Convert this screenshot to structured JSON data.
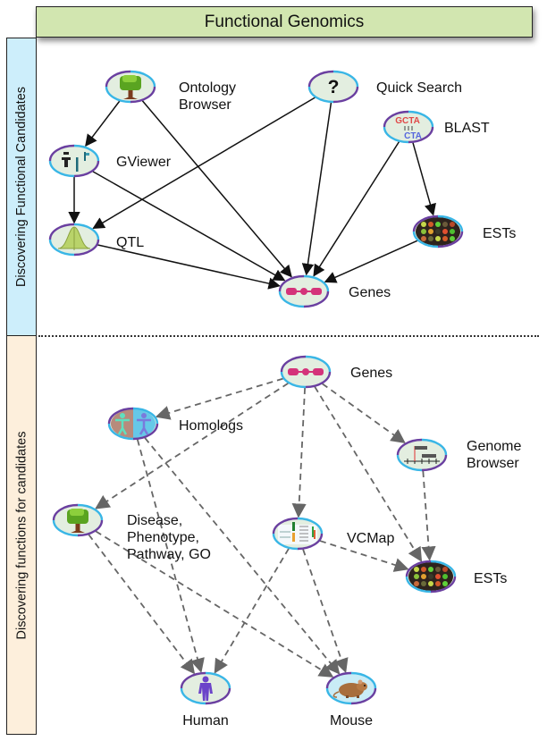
{
  "title": "Functional Genomics",
  "sections": {
    "top": {
      "label": "Discovering Functional Candidates",
      "color": "#cdeefb"
    },
    "bottom": {
      "label": "Discovering functions for candidates",
      "color": "#fdefdc"
    }
  },
  "colors": {
    "title_bg": "#d2e6b0",
    "ellipse_cyan": "#39b6e6",
    "ellipse_purple": "#6a3fa0",
    "ellipse_fill": "#e3eee0",
    "solid_edge": "#111111",
    "dashed_edge": "#666666"
  },
  "nodes": [
    {
      "id": "ontology",
      "label": "Ontology\nBrowser",
      "icon": "tree-icon",
      "section": "top"
    },
    {
      "id": "quicksearch",
      "label": "Quick Search",
      "icon": "question-mark-icon",
      "section": "top"
    },
    {
      "id": "gviewer",
      "label": "GViewer",
      "icon": "chromosome-viewer-icon",
      "section": "top"
    },
    {
      "id": "blast",
      "label": "BLAST",
      "icon": "dna-sequence-icon",
      "icon_text": [
        "GCTA",
        "CTA"
      ],
      "section": "top"
    },
    {
      "id": "qtl",
      "label": "QTL",
      "icon": "bell-curve-icon",
      "section": "top"
    },
    {
      "id": "ests_top",
      "label": "ESTs",
      "icon": "microarray-icon",
      "section": "top"
    },
    {
      "id": "genes_top",
      "label": "Genes",
      "icon": "gene-icon",
      "section": "top"
    },
    {
      "id": "genes_bottom",
      "label": "Genes",
      "icon": "gene-icon",
      "section": "bottom"
    },
    {
      "id": "homologs",
      "label": "Homologs",
      "icon": "homologs-icon",
      "section": "bottom"
    },
    {
      "id": "genome_browser",
      "label": "Genome\nBrowser",
      "icon": "genome-browser-icon",
      "section": "bottom"
    },
    {
      "id": "disease",
      "label": "Disease,\nPhenotype,\nPathway, GO",
      "icon": "tree-icon",
      "section": "bottom"
    },
    {
      "id": "vcmap",
      "label": "VCMap",
      "icon": "vcmap-icon",
      "section": "bottom"
    },
    {
      "id": "ests_bottom",
      "label": "ESTs",
      "icon": "microarray-icon",
      "section": "bottom"
    },
    {
      "id": "human",
      "label": "Human",
      "icon": "human-icon",
      "section": "bottom"
    },
    {
      "id": "mouse",
      "label": "Mouse",
      "icon": "mouse-icon",
      "section": "bottom"
    }
  ],
  "edges": [
    {
      "from": "ontology",
      "to": "gviewer",
      "style": "solid"
    },
    {
      "from": "ontology",
      "to": "genes_top",
      "style": "solid"
    },
    {
      "from": "quicksearch",
      "to": "qtl",
      "style": "solid"
    },
    {
      "from": "quicksearch",
      "to": "genes_top",
      "style": "solid"
    },
    {
      "from": "gviewer",
      "to": "qtl",
      "style": "solid"
    },
    {
      "from": "gviewer",
      "to": "genes_top",
      "style": "solid"
    },
    {
      "from": "blast",
      "to": "genes_top",
      "style": "solid"
    },
    {
      "from": "blast",
      "to": "ests_top",
      "style": "solid"
    },
    {
      "from": "qtl",
      "to": "genes_top",
      "style": "solid"
    },
    {
      "from": "ests_top",
      "to": "genes_top",
      "style": "solid"
    },
    {
      "from": "genes_bottom",
      "to": "homologs",
      "style": "dashed"
    },
    {
      "from": "genes_bottom",
      "to": "disease",
      "style": "dashed"
    },
    {
      "from": "genes_bottom",
      "to": "vcmap",
      "style": "dashed"
    },
    {
      "from": "genes_bottom",
      "to": "genome_browser",
      "style": "dashed"
    },
    {
      "from": "genes_bottom",
      "to": "ests_bottom",
      "style": "dashed"
    },
    {
      "from": "genome_browser",
      "to": "ests_bottom",
      "style": "dashed"
    },
    {
      "from": "vcmap",
      "to": "ests_bottom",
      "style": "dashed"
    },
    {
      "from": "vcmap",
      "to": "human",
      "style": "dashed"
    },
    {
      "from": "vcmap",
      "to": "mouse",
      "style": "dashed"
    },
    {
      "from": "homologs",
      "to": "human",
      "style": "dashed"
    },
    {
      "from": "homologs",
      "to": "mouse",
      "style": "dashed"
    },
    {
      "from": "disease",
      "to": "human",
      "style": "dashed"
    },
    {
      "from": "disease",
      "to": "mouse",
      "style": "dashed"
    }
  ]
}
